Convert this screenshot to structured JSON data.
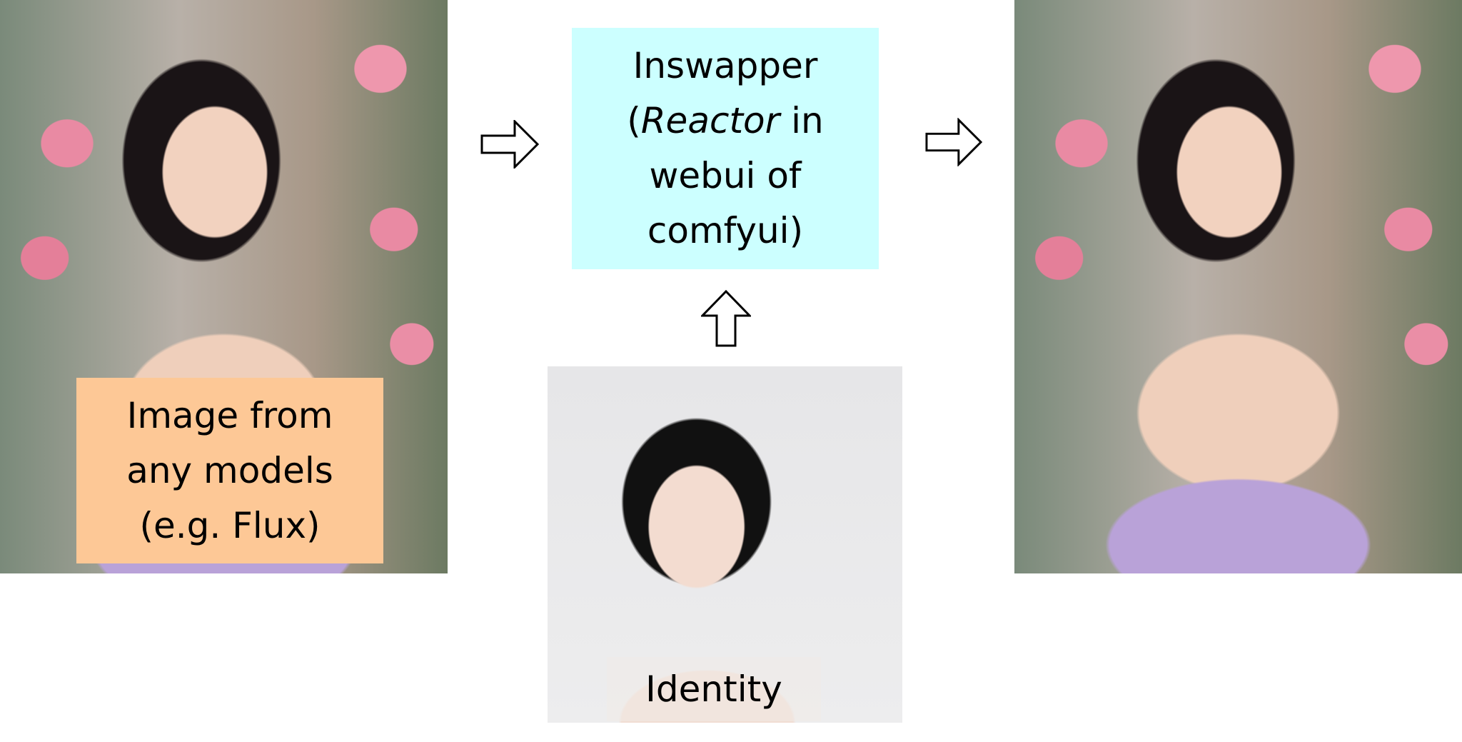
{
  "input_photo": {
    "label_lines": [
      "Image from",
      "any models",
      "(e.g. Flux)"
    ],
    "label_color": "#fdc896"
  },
  "process_box": {
    "line1": "Inswapper",
    "line2_open": "(",
    "line2_italic": "Reactor",
    "line2_rest": " in",
    "line3": "webui of",
    "line4": "comfyui)",
    "color": "#ccffff"
  },
  "identity_photo": {
    "label": "Identity"
  },
  "arrows": [
    "arrow-right-icon",
    "arrow-up-icon",
    "arrow-right-icon"
  ]
}
